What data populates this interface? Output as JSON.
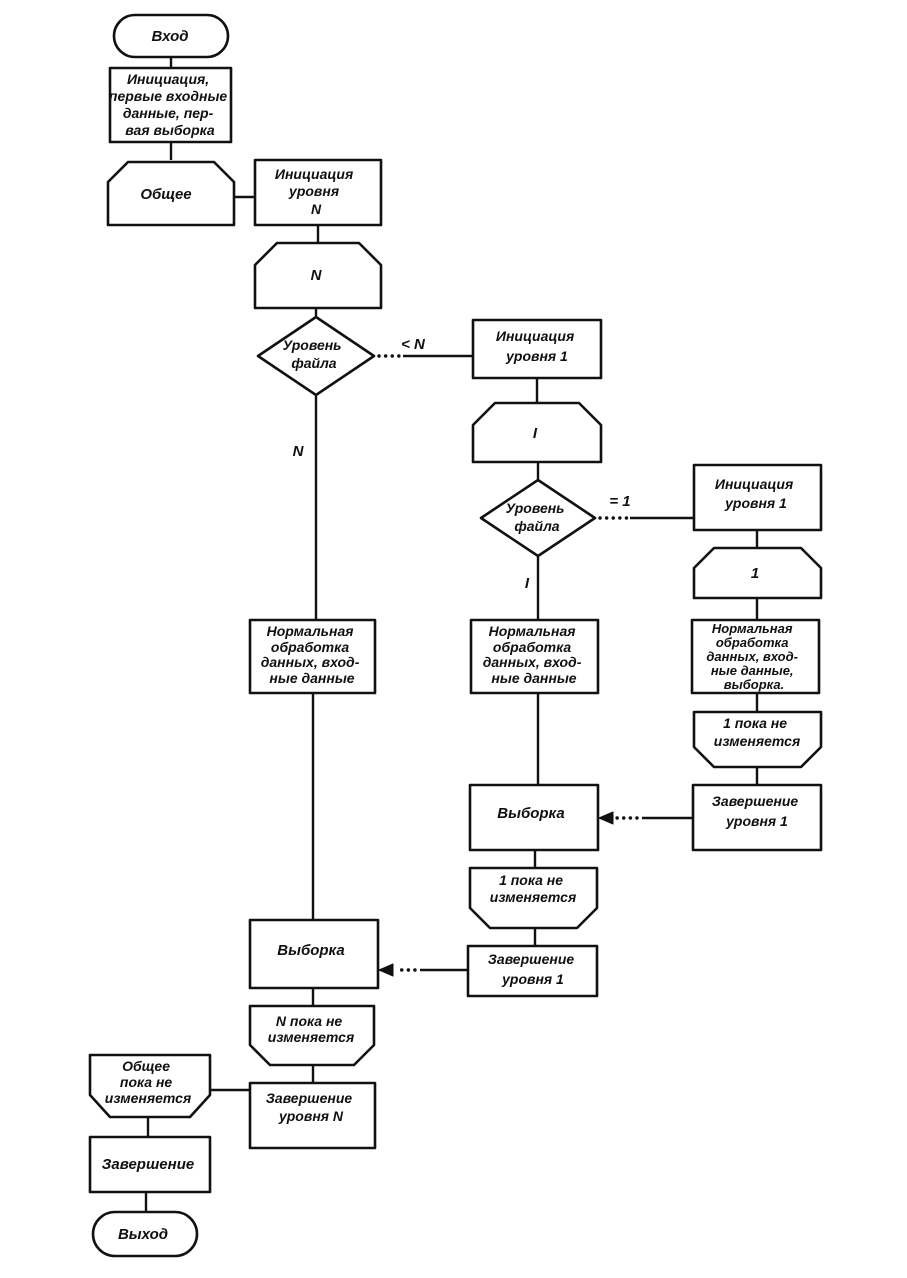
{
  "style": {
    "ink": "#111111",
    "paper": "#ffffff"
  },
  "flowchart": {
    "start": {
      "label": "Вход"
    },
    "init_first": {
      "lines": [
        "Инициация,",
        "первые входные",
        "данные, пер-",
        "вая выборка"
      ]
    },
    "general_loop_start": {
      "label": "Общее"
    },
    "level_n": {
      "init": {
        "lines": [
          "Инициация",
          "уровня",
          "N"
        ]
      },
      "loop_start": {
        "label": "N"
      },
      "decision": {
        "lines": [
          "Уровень",
          "файла"
        ]
      },
      "branch_label": "N",
      "processing": {
        "lines": [
          "Нормальная",
          "обработка",
          "данных, вход-",
          "ные данные"
        ]
      },
      "selection": {
        "label": "Выборка"
      },
      "loop_end": {
        "lines": [
          "N пока не",
          "изменяется"
        ]
      },
      "completion": {
        "lines": [
          "Завершение",
          "уровня N"
        ]
      }
    },
    "level_i": {
      "entry_label": "< N",
      "init": {
        "lines": [
          "Инициация",
          "уровня 1"
        ]
      },
      "loop_start": {
        "label": "I"
      },
      "decision": {
        "lines": [
          "Уровень",
          "файла"
        ]
      },
      "branch_label": "I",
      "processing": {
        "lines": [
          "Нормальная",
          "обработка",
          "данных, вход-",
          "ные данные"
        ]
      },
      "selection": {
        "label": "Выборка"
      },
      "loop_end": {
        "lines": [
          "1 пока не",
          "изменяется"
        ]
      },
      "completion": {
        "lines": [
          "Завершение",
          "уровня 1"
        ]
      }
    },
    "level_1": {
      "entry_label": "= 1",
      "init": {
        "lines": [
          "Инициация",
          "уровня 1"
        ]
      },
      "loop_start": {
        "label": "1"
      },
      "processing": {
        "lines": [
          "Нормальная",
          "обработка",
          "данных, вход-",
          "ные данные,",
          "выборка."
        ]
      },
      "loop_end": {
        "lines": [
          "1 пока не",
          "изменяется"
        ]
      },
      "completion": {
        "lines": [
          "Завершение",
          "уровня 1"
        ]
      }
    },
    "general_loop_end": {
      "lines": [
        "Общее",
        "пока не",
        "изменяется"
      ]
    },
    "finish": {
      "label": "Завершение"
    },
    "exit": {
      "label": "Выход"
    }
  }
}
